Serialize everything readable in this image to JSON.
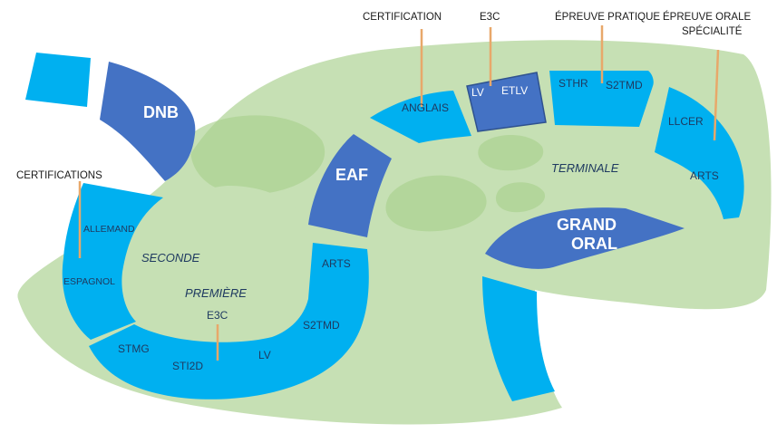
{
  "colors": {
    "background": "#ffffff",
    "blob_light": "#c6e0b4",
    "blob_dark": "#a9d18e",
    "segment_cyan": "#00b0f0",
    "segment_blue": "#4472c4",
    "pin_orange": "#e8a86a",
    "text_dark": "#1f3a60"
  },
  "callouts": {
    "certifications": "CERTIFICATIONS",
    "certification": "CERTIFICATION",
    "e3c_top": "E3C",
    "epreuve_pratique": "ÉPREUVE PRATIQUE",
    "epreuve_orale_line1": "ÉPREUVE ORALE",
    "epreuve_orale_line2": "SPÉCIALITÉ"
  },
  "segments": {
    "dnb": "DNB",
    "allemand": "ALLEMAND",
    "espagnol": "ESPAGNOL",
    "stmg": "STMG",
    "sti2d": "STI2D",
    "lv_bottom": "LV",
    "s2tmd_bottom": "S2TMD",
    "arts_mid": "ARTS",
    "e3c_bottom": "E3C",
    "eaf": "EAF",
    "anglais": "ANGLAIS",
    "lv_top": "LV",
    "etlv": "ETLV",
    "sthr": "STHR",
    "s2tmd_top": "S2TMD",
    "llcer": "LLCER",
    "arts_right": "ARTS",
    "grand": "GRAND",
    "oral": "ORAL"
  },
  "zones": {
    "seconde": "SECONDE",
    "premiere": "PREMIÈRE",
    "terminale": "TERMINALE"
  }
}
